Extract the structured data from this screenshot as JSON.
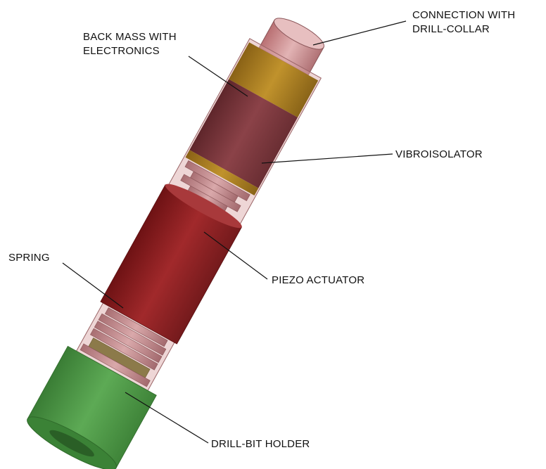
{
  "labels": {
    "connection_line1": "CONNECTION WITH",
    "connection_line2": "DRILL-COLLAR",
    "back_mass_line1": "BACK MASS WITH",
    "back_mass_line2": "ELECTRONICS",
    "vibroisolator": "VIBROISOLATOR",
    "spring": "SPRING",
    "piezo": "PIEZO ACTUATOR",
    "holder": "DRILL-BIT HOLDER"
  },
  "colors": {
    "housing": "#c98a8c",
    "gold": "#a9791e",
    "back_mass": "#7a3238",
    "piezo": "#8a1a1c",
    "holder": "#4e9a48"
  }
}
